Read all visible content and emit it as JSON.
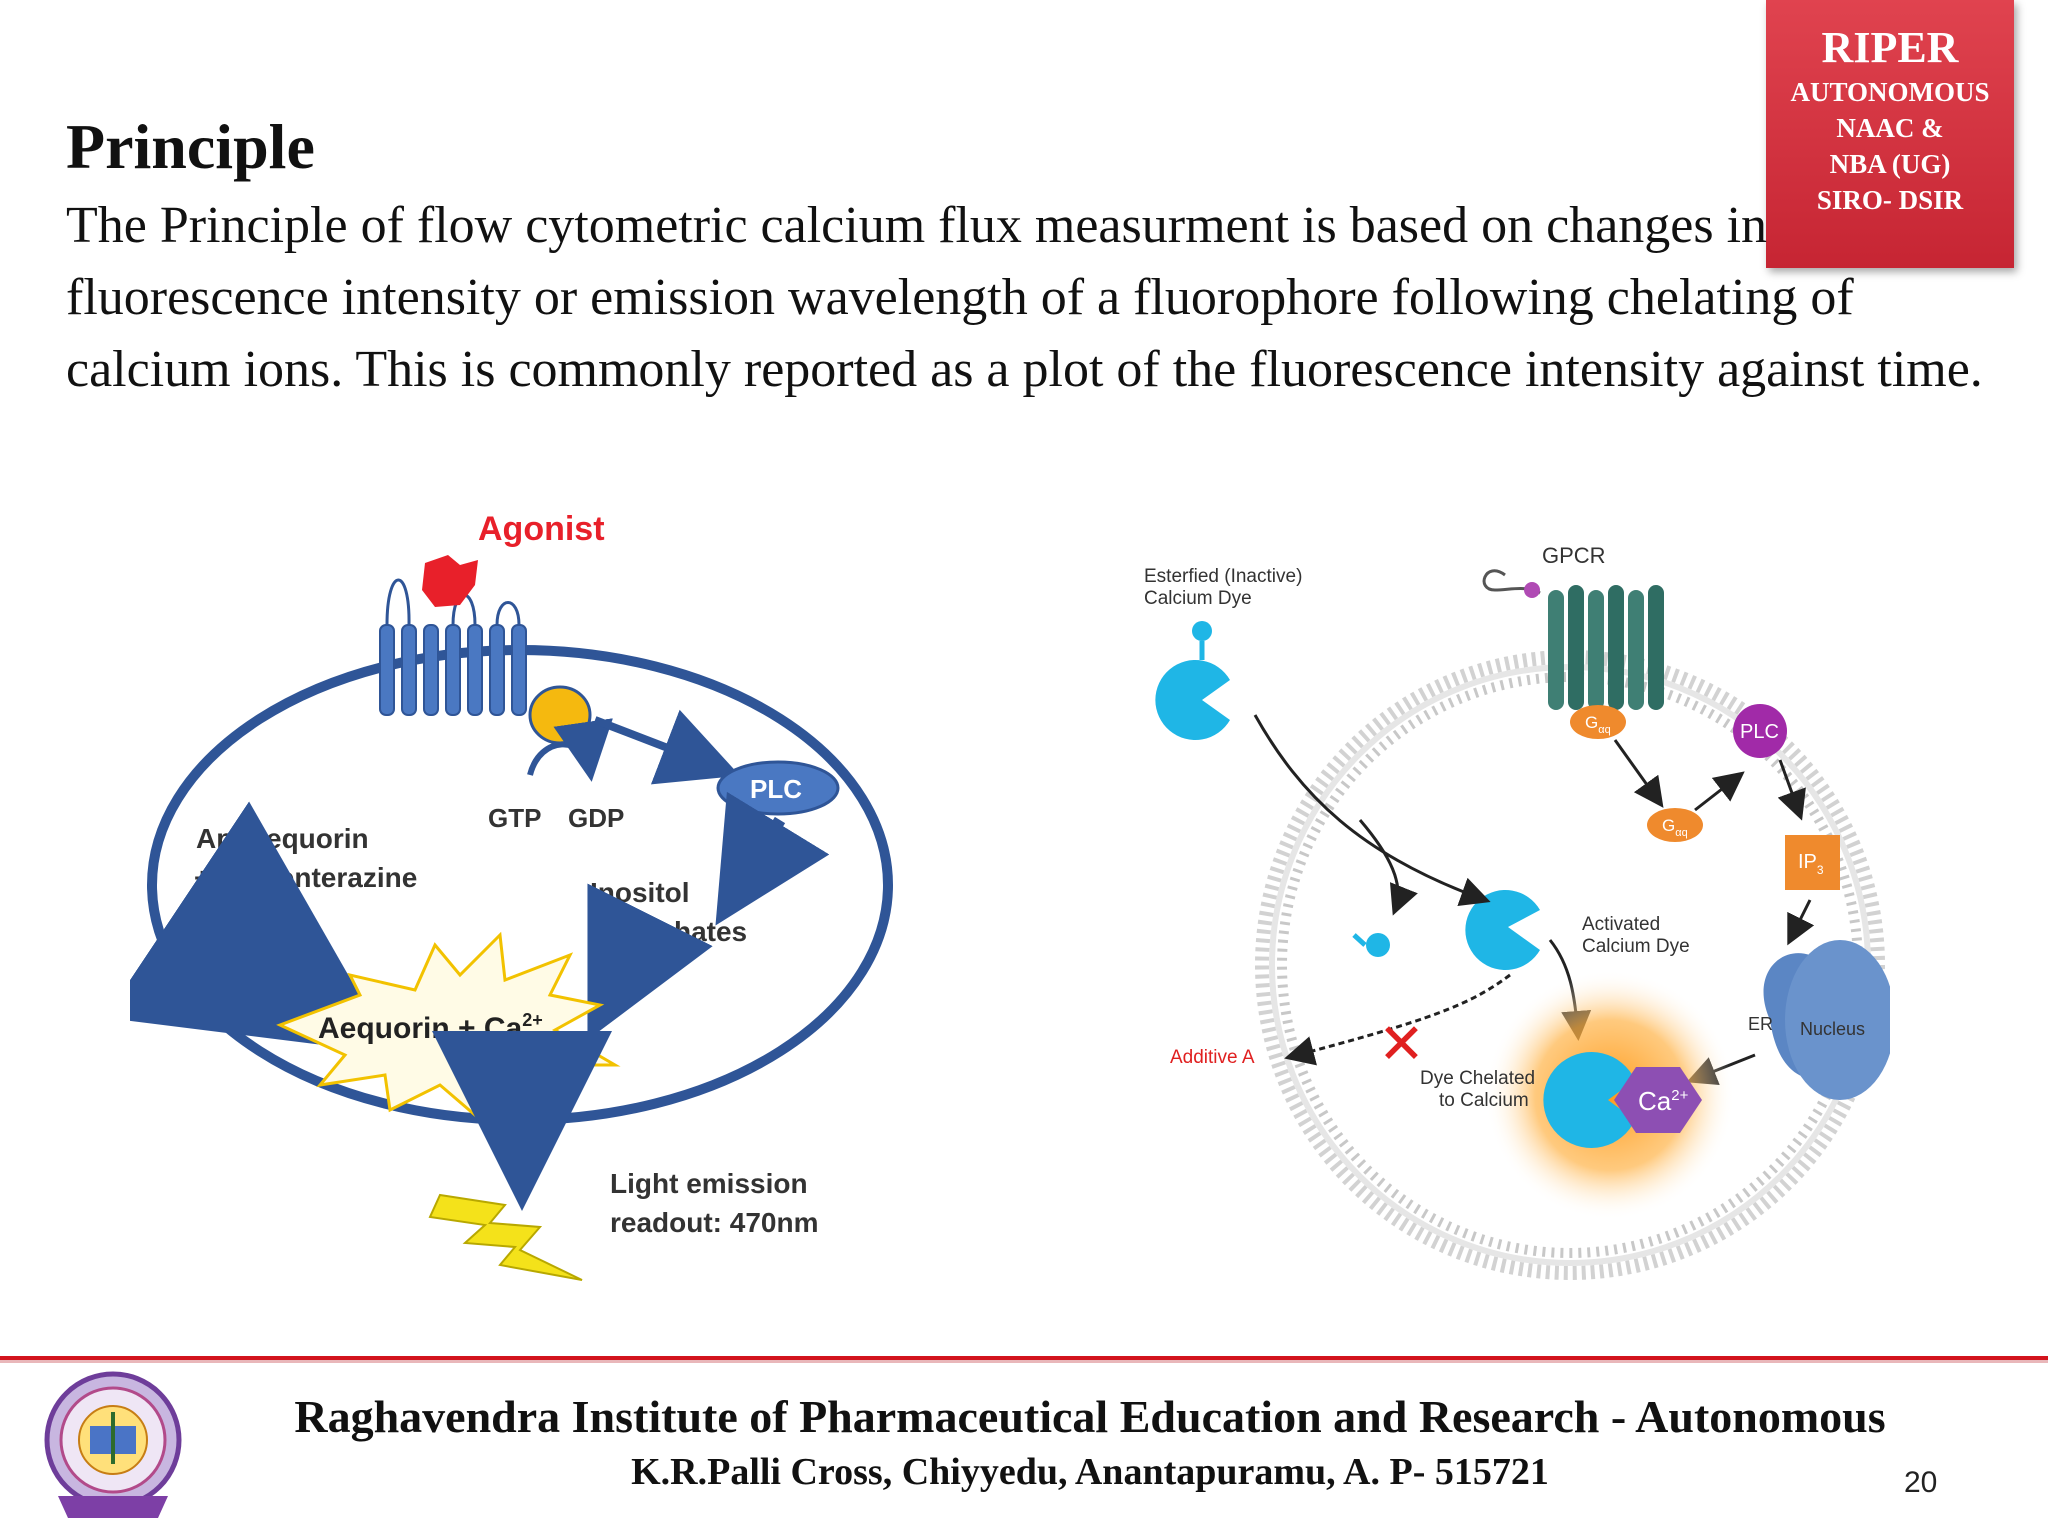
{
  "badge": {
    "line1": "RIPER",
    "line2": "AUTONOMOUS",
    "line3": "NAAC &",
    "line4": "NBA (UG)",
    "line5": "SIRO- DSIR"
  },
  "slide": {
    "title": "Principle",
    "body": "The Principle of flow cytometric calcium flux measurment is based on changes in fluorescence intensity or emission wavelength of a fluorophore following chelating of calcium ions. This is commonly reported as a plot of the fluorescence intensity against time."
  },
  "left_diagram": {
    "agonist": "Agonist",
    "plc": "PLC",
    "gtp": "GTP",
    "gdp": "GDP",
    "apoaequorin": "Apoaequorin",
    "coelenterazine": "+ Coelenterazine",
    "inositol": "Inositol",
    "phosphates": "phosphates",
    "aequorin": "Aequorin + Ca",
    "aequorin_sup": "2+",
    "light1": "Light emission",
    "light2": "readout: 470nm"
  },
  "right_diagram": {
    "esterified1": "Esterfied (Inactive)",
    "esterified2": "Calcium Dye",
    "gpcr": "GPCR",
    "g_alpha": "G",
    "g_alpha_sub": "αq",
    "plc": "PLC",
    "ip3": "IP",
    "ip3_sub": "3",
    "activated1": "Activated",
    "activated2": "Calcium Dye",
    "er": "ER",
    "nucleus": "Nucleus",
    "additive": "Additive A",
    "chelated1": "Dye Chelated",
    "chelated2": "to Calcium",
    "ca": "Ca",
    "ca_sup": "2+"
  },
  "footer": {
    "institute": "Raghavendra Institute of Pharmaceutical Education and Research - Autonomous",
    "address": "K.R.Palli Cross, Chiyyedu, Anantapuramu, A. P- 515721",
    "page": "20"
  },
  "colors": {
    "badge_red": "#d3303c",
    "footer_red": "#d3141d",
    "diagram_blue": "#2f5597",
    "cyan_dye": "#1fb6e6",
    "orange_g": "#ef8a2d",
    "plc_purple": "#a12aa8"
  }
}
